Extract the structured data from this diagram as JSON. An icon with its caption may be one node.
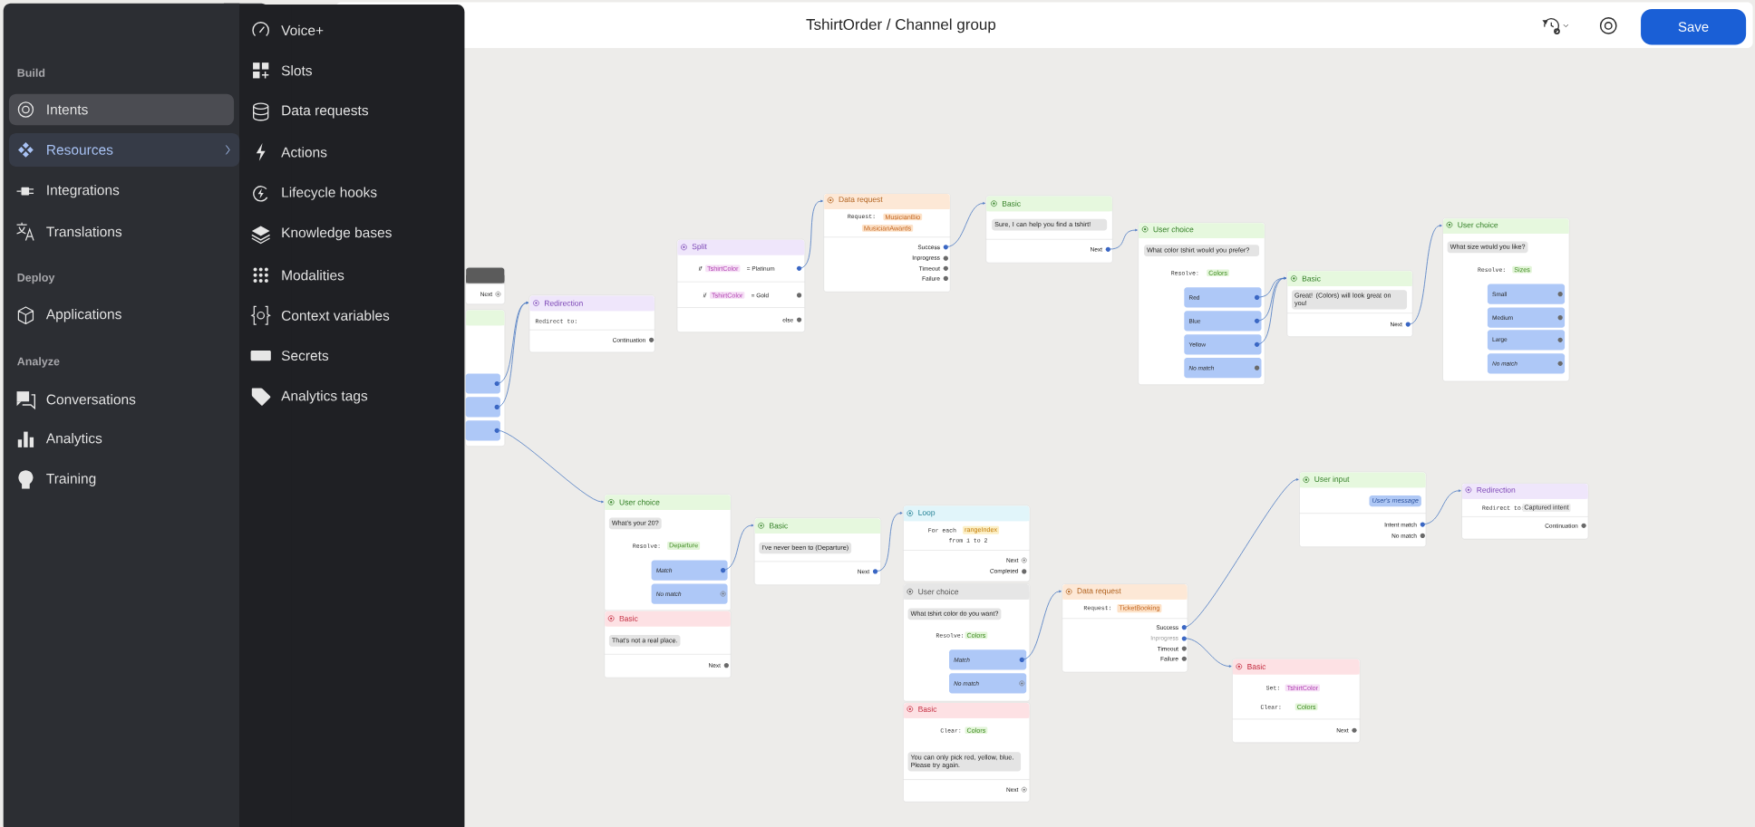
{
  "diagram": {
    "title": "TshirtOrder / Channel group",
    "nodes": [
      {
        "text": [
          "Next"
        ]
      },
      {
        "text": [],
        "shape": "box"
      },
      {
        "text": [
          "Redirection",
          "Redirect to:",
          "Continuation"
        ]
      },
      {
        "text": [
          "Split",
          "if",
          "TshirtColor",
          "= Platinum",
          "if",
          "TshirtColor",
          "= Gold",
          "else"
        ]
      },
      {
        "text": [
          "Data request",
          "Request:",
          "MusicianBio",
          "MusicianAwards",
          "Success",
          "Inprogress",
          "Timeout",
          "Failure"
        ]
      },
      {
        "text": [
          "Basic",
          "Sure, I can help you find a tshirt!",
          "Next"
        ]
      },
      {
        "text": [
          "User choice",
          "What color tshirt would you prefer?",
          "Resolve:",
          "Colors",
          "Red",
          "Blue",
          "Yellow",
          "No match"
        ]
      },
      {
        "text": [
          "Basic",
          "Great! (Colors) will look great on you!",
          "Next"
        ]
      },
      {
        "text": [
          "User choice",
          "What size would you like?",
          "Resolve:",
          "Sizes",
          "Small",
          "Medium",
          "Large",
          "No match"
        ]
      },
      {
        "text": [
          "User choice",
          "What's your 20?",
          "Resolve:",
          "Departure",
          "Match",
          "No match"
        ]
      },
      {
        "text": [
          "Basic",
          "That's not a real place.",
          "Next"
        ]
      },
      {
        "text": [
          "Basic",
          "I've never been to (Departure)",
          "Next"
        ]
      },
      {
        "text": [
          "Loop",
          "For each",
          "rangeIndex",
          "from 1 to 2",
          "Next",
          "Completed"
        ]
      },
      {
        "text": [
          "User choice",
          "What tshirt color do you want?",
          "Resolve:",
          "Colors",
          "Match",
          "No match"
        ]
      },
      {
        "text": [
          "Basic",
          "Clear:",
          "Colors",
          "You can only pick red, yellow, blue. Please try again.",
          "Next"
        ]
      },
      {
        "text": [
          "Data request",
          "Request:",
          "TicketBooking",
          "Success",
          "Inprogress",
          "Timeout",
          "Failure"
        ]
      },
      {
        "text": [
          "User input",
          "User's message",
          "Intent match",
          "No match"
        ]
      },
      {
        "text": [
          "Redirection",
          "Redirect to:",
          "Captured intent",
          "Continuation"
        ]
      },
      {
        "text": [
          "Basic",
          "Set:",
          "TshirtColor",
          "Clear:",
          "Colors",
          "Next"
        ]
      }
    ],
    "edges": [
      {
        "from": 1,
        "to": 2,
        "arrow": "to"
      },
      {
        "from": 1,
        "to": 2,
        "arrow": "to"
      },
      {
        "from": 1,
        "to": 9,
        "arrow": "to"
      },
      {
        "from": 3,
        "to": 4,
        "arrow": "to"
      },
      {
        "from": 4,
        "to": 5,
        "arrow": "to"
      },
      {
        "from": 5,
        "to": 6,
        "arrow": "to"
      },
      {
        "from": 6,
        "to": 7,
        "arrow": "to"
      },
      {
        "from": 6,
        "to": 7,
        "arrow": "to"
      },
      {
        "from": 6,
        "to": 7,
        "arrow": "to"
      },
      {
        "from": 7,
        "to": 8,
        "arrow": "to"
      },
      {
        "from": 9,
        "to": 11,
        "arrow": "to"
      },
      {
        "from": 11,
        "to": 12,
        "arrow": "to"
      },
      {
        "from": 13,
        "to": 15,
        "arrow": "to"
      },
      {
        "from": 15,
        "to": 16,
        "arrow": "to"
      },
      {
        "from": 15,
        "to": 18,
        "arrow": "to"
      },
      {
        "from": 16,
        "to": 17,
        "arrow": "to"
      }
    ],
    "labels": [
      "Build",
      "Intents",
      "Resources",
      "Integrations",
      "Translations",
      "Deploy",
      "Applications",
      "Analyze",
      "Conversations",
      "Analytics",
      "Training",
      "Voice+",
      "Slots",
      "Data requests",
      "Actions",
      "Lifecycle hooks",
      "Knowledge bases",
      "Modalities",
      "Context variables",
      "Secrets",
      "Analytics tags",
      "Save"
    ]
  }
}
